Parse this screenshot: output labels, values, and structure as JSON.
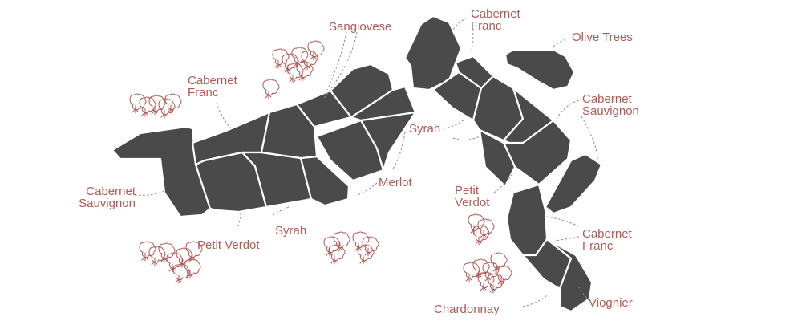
{
  "colors": {
    "parcel": "#4a4a4a",
    "label": "#b05a55",
    "leader": "#8a8a8a",
    "background": "#ffffff",
    "tree_icon": "#b05a55"
  },
  "icons": [
    "tree-cluster-icon"
  ],
  "labels": {
    "sangiovese": "Sangiovese",
    "cab_franc_top": [
      "Cabernet",
      "Franc"
    ],
    "olive_trees": "Olive Trees",
    "cab_franc_left": [
      "Cabernet",
      "Franc"
    ],
    "cab_sauv_right": [
      "Cabernet",
      "Sauvignon"
    ],
    "syrah_middle": "Syrah",
    "merlot": "Merlot",
    "cab_sauv_left": [
      "Cabernet",
      "Sauvignon"
    ],
    "petit_verdot_right": [
      "Petit",
      "Verdot"
    ],
    "syrah_bottom": "Syrah",
    "petit_verdot_bottom": "Petit Verdot",
    "cab_franc_bottom": [
      "Cabernet",
      "Franc"
    ],
    "chardonnay": "Chardonnay",
    "viognier": "Viognier"
  }
}
